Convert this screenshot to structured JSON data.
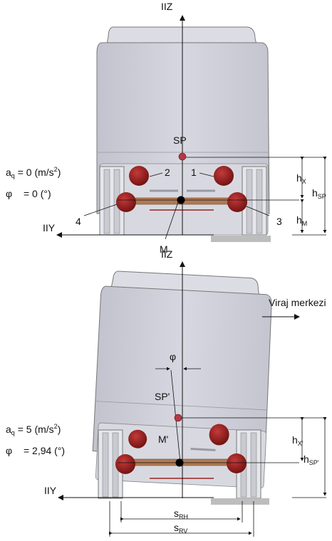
{
  "top": {
    "axis_z": "IIZ",
    "axis_y": "IIY",
    "sp": "SP",
    "m": "M",
    "aq_label": "a",
    "aq_sub": "q",
    "aq_value": " = 0 (m/s",
    "aq_exp": "2",
    "aq_close": ")",
    "phi_label": "φ",
    "phi_value": " = 0 (°)",
    "n1": "1",
    "n2": "2",
    "n3": "3",
    "n4": "4",
    "hx_main": "h",
    "hx_sub": "X",
    "hm_main": "h",
    "hm_sub": "M",
    "hsp_main": "h",
    "hsp_sub": "SP"
  },
  "bottom": {
    "axis_z": "IIZ",
    "axis_y": "IIY",
    "sp": "SP'",
    "m": "M'",
    "phi": "φ",
    "curve_center": "Viraj merkezi",
    "aq_label": "a",
    "aq_sub": "q",
    "aq_value": " = 5 (m/s",
    "aq_exp": "2",
    "aq_close": ")",
    "phi_label": "φ",
    "phi_value": " = 2,94 (°)",
    "hx_main": "h",
    "hx_sub": "X'",
    "hsp_main": "h",
    "hsp_sub": "SP'",
    "srh_main": "s",
    "srh_sub": "RH",
    "srv_main": "s",
    "srv_sub": "RV"
  },
  "colors": {
    "body": "#cfd0da",
    "body_dark": "#b8b9c4",
    "spring": "#8b1a1a",
    "axle": "#b07a55",
    "ground": "#bdbdbd"
  }
}
